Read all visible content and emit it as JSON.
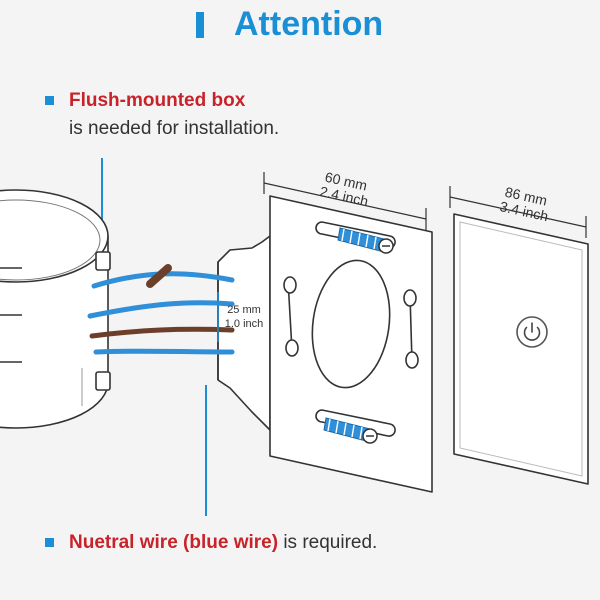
{
  "title": "Attention",
  "notes": {
    "box_highlight": "Flush-mounted box",
    "box_rest": "is needed for installation.",
    "wire_highlight": "Nuetral wire (blue wire)",
    "wire_rest": " is required."
  },
  "dimensions": {
    "plate_mm": "60 mm",
    "plate_inch": "2.4 inch",
    "panel_mm": "86 mm",
    "panel_inch": "3.4 inch",
    "depth_mm": "25 mm",
    "depth_inch": "1.0 inch"
  },
  "colors": {
    "accent_blue": "#1a8fd6",
    "highlight_red": "#c8232a",
    "neutral_wire": "#2f8fd8",
    "live_wire": "#6b3f2a"
  },
  "icons": {
    "panel_button": "power-icon"
  }
}
